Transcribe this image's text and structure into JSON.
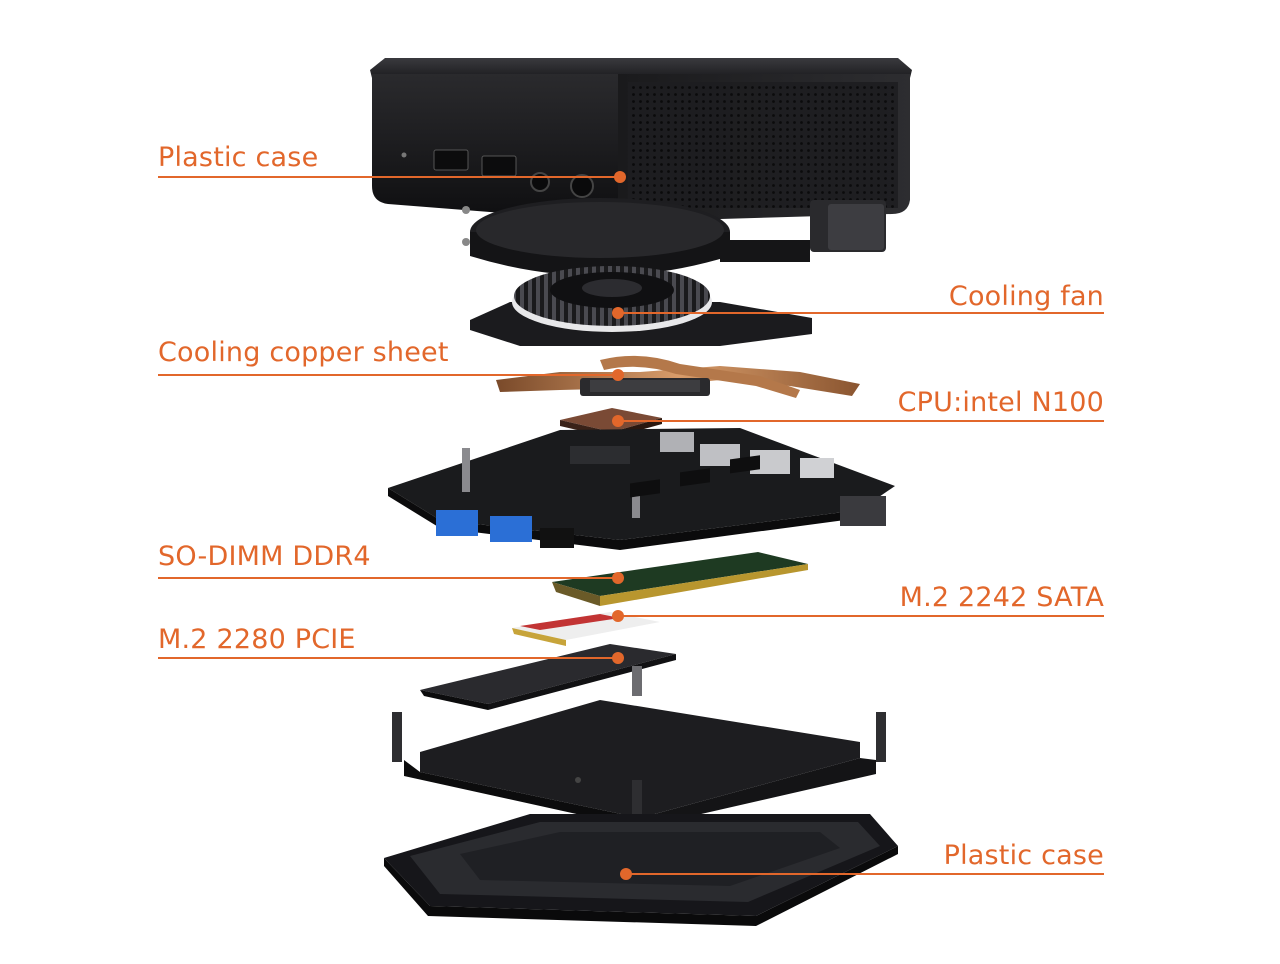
{
  "accent_color": "#e2672b",
  "labels": {
    "plastic_case_top": "Plastic case",
    "cooling_fan": "Cooling fan",
    "cooling_copper_sheet": "Cooling copper sheet",
    "cpu": "CPU:intel N100",
    "so_dimm": "SO-DIMM DDR4",
    "m2_sata": "M.2  2242 SATA",
    "m2_pcie": "M.2  2280 PCIE",
    "plastic_case_bottom": "Plastic case"
  }
}
